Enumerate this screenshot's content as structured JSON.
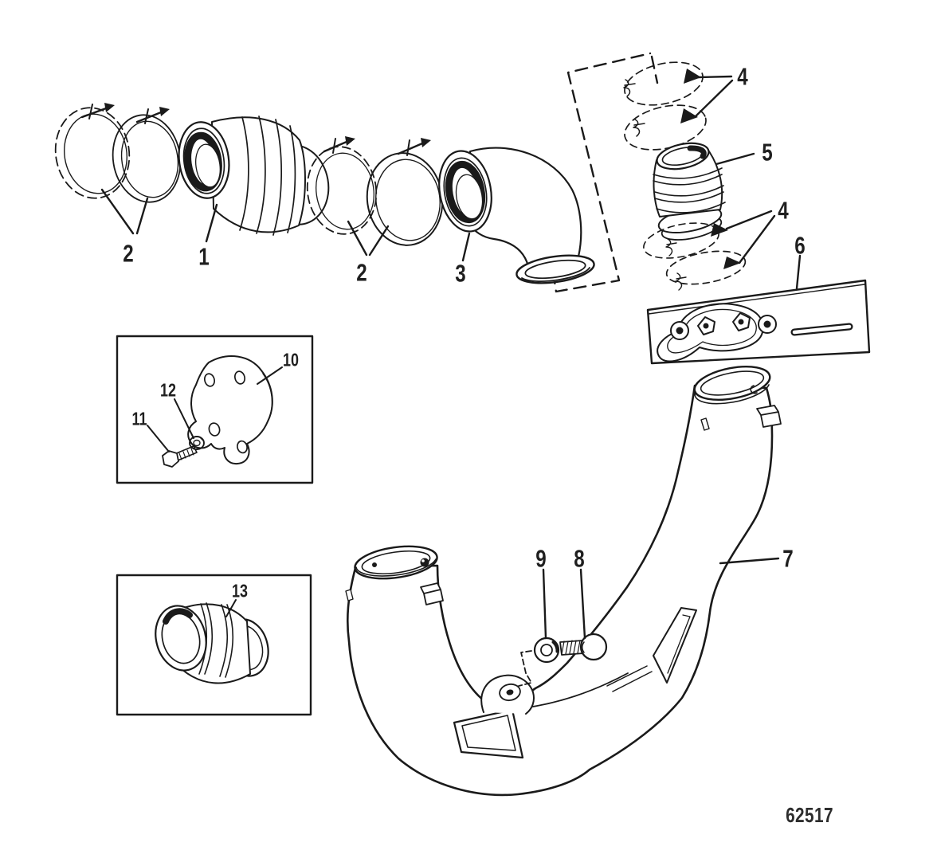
{
  "figure": {
    "drawing_number": "62517",
    "colors": {
      "background": "#ffffff",
      "line": "#1a1a1a",
      "label": "#1f1f1f"
    },
    "callouts": {
      "part1": {
        "label": "1"
      },
      "part2_left": {
        "label": "2"
      },
      "part2_right": {
        "label": "2"
      },
      "part3": {
        "label": "3"
      },
      "part4_top": {
        "label": "4"
      },
      "part4_bottom": {
        "label": "4"
      },
      "part5": {
        "label": "5"
      },
      "part6": {
        "label": "6"
      },
      "part7": {
        "label": "7"
      },
      "part8": {
        "label": "8"
      },
      "part9": {
        "label": "9"
      },
      "part10": {
        "label": "10"
      },
      "part11": {
        "label": "11"
      },
      "part12": {
        "label": "12"
      },
      "part13": {
        "label": "13"
      }
    }
  }
}
